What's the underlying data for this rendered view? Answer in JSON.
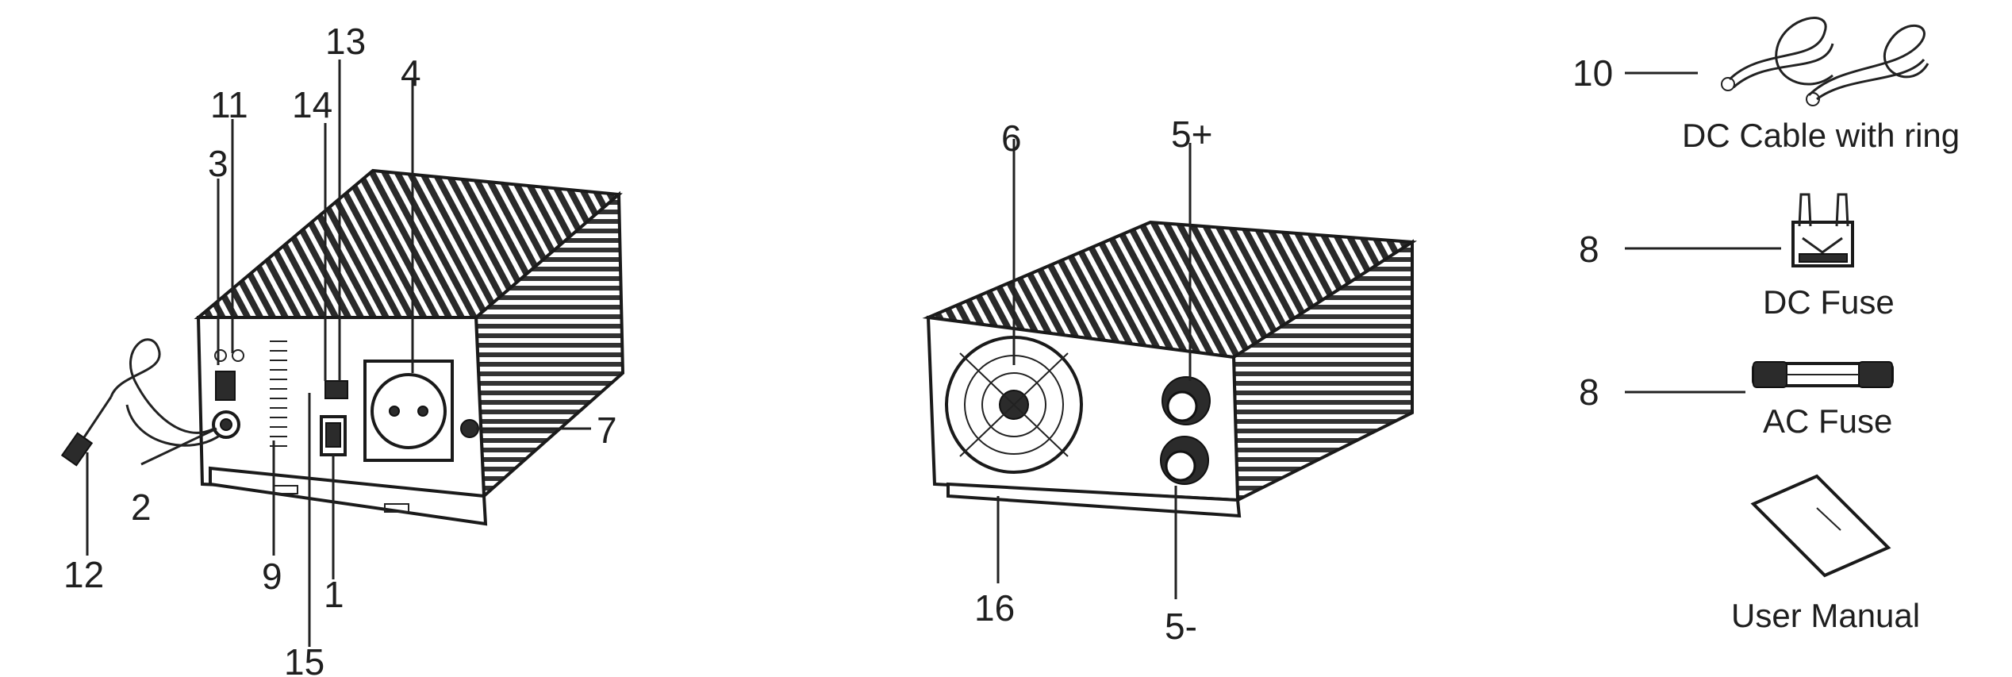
{
  "labels": {
    "l1": "1",
    "l2": "2",
    "l3": "3",
    "l4": "4",
    "l5p": "5+",
    "l5m": "5-",
    "l6": "6",
    "l7": "7",
    "l8a": "8",
    "l8b": "8",
    "l9": "9",
    "l10": "10",
    "l11": "11",
    "l12": "12",
    "l13": "13",
    "l14": "14",
    "l15": "15",
    "l16": "16"
  },
  "accessories": {
    "dc_cable": "DC Cable with ring",
    "dc_fuse": "DC Fuse",
    "ac_fuse": "AC Fuse",
    "user_manual": "User Manual"
  }
}
